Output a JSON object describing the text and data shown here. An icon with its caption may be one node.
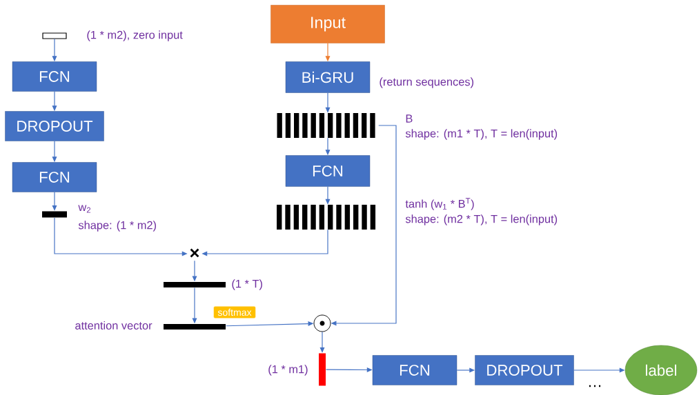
{
  "diagram": {
    "nodes": [
      {
        "text": [],
        "shape": "bar",
        "beside": [
          "(1 * m2), zero input"
        ]
      },
      {
        "text": [
          "FCN"
        ]
      },
      {
        "text": [
          "DROPOUT"
        ]
      },
      {
        "text": [
          "FCN"
        ]
      },
      {
        "text": [],
        "shape": "bar",
        "beside": [
          "w$_{2}$",
          "shape: (1 * m2)"
        ]
      },
      {
        "text": [
          "Input"
        ]
      },
      {
        "text": [
          "Bi-GRU"
        ],
        "beside": [
          "(return sequences)"
        ]
      },
      {
        "text": [],
        "shape": "bar",
        "beside": [
          "B",
          "shape: (m1 * T), T = len(input)"
        ]
      },
      {
        "text": [
          "FCN"
        ]
      },
      {
        "text": [],
        "shape": "bar",
        "beside": [
          "tanh (w$_{1}$ * B$^{T}$)",
          "shape: (m2 * T), T = len(input)"
        ]
      },
      {
        "text": [
          "×"
        ]
      },
      {
        "text": [],
        "shape": "bar",
        "beside": [
          "(1 * T)"
        ]
      },
      {
        "text": [],
        "shape": "bar",
        "beside": [
          "attention vector"
        ]
      },
      {
        "text": [],
        "shape": "circle"
      },
      {
        "text": [],
        "shape": "bar",
        "beside": [
          "(1 * m1)"
        ]
      },
      {
        "text": [
          "FCN"
        ]
      },
      {
        "text": [
          "DROPOUT"
        ]
      },
      {
        "text": [
          "label"
        ]
      }
    ],
    "edges": [
      {
        "from": 0,
        "to": 1,
        "arrow": "to"
      },
      {
        "from": 1,
        "to": 2,
        "arrow": "to"
      },
      {
        "from": 2,
        "to": 3,
        "arrow": "to"
      },
      {
        "from": 3,
        "to": 4,
        "arrow": "to"
      },
      {
        "from": 4,
        "to": 10,
        "arrow": "to"
      },
      {
        "from": 5,
        "to": 6,
        "arrow": "to",
        "color": "#ed7d31"
      },
      {
        "from": 6,
        "to": 7,
        "arrow": "to"
      },
      {
        "from": 7,
        "to": 8,
        "arrow": "to"
      },
      {
        "from": 8,
        "to": 9,
        "arrow": "to"
      },
      {
        "from": 9,
        "to": 10,
        "arrow": "to"
      },
      {
        "from": 10,
        "to": 11,
        "arrow": "to"
      },
      {
        "from": 11,
        "to": 12,
        "arrow": "to",
        "label": "softmax"
      },
      {
        "from": 12,
        "to": 13,
        "arrow": "to"
      },
      {
        "from": 7,
        "to": 13,
        "arrow": "to"
      },
      {
        "from": 13,
        "to": 14,
        "arrow": "to"
      },
      {
        "from": 14,
        "to": 15,
        "arrow": "to"
      },
      {
        "from": 15,
        "to": 16,
        "arrow": "to"
      },
      {
        "from": 16,
        "to": 17,
        "arrow": "to"
      }
    ],
    "labels": [
      "…"
    ]
  }
}
